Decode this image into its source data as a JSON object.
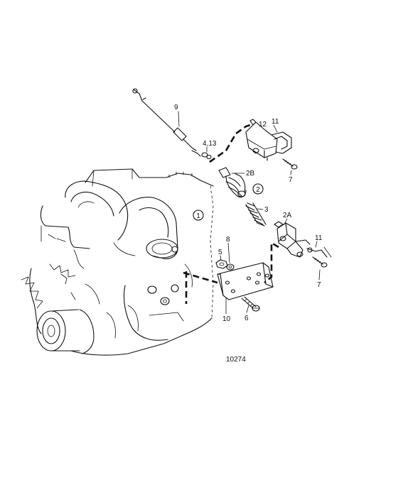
{
  "labels": {
    "l9": "9",
    "l413": "4,13",
    "l12": "12",
    "l11a": "11",
    "l7a": "7",
    "l2B": "2B",
    "l2": "2",
    "l3": "3",
    "l1": "1",
    "l2A": "2A",
    "l11b": "11",
    "l7b": "7",
    "l8": "8",
    "l5": "5",
    "l10": "10",
    "l6": "6"
  },
  "drawing_number": "10274"
}
